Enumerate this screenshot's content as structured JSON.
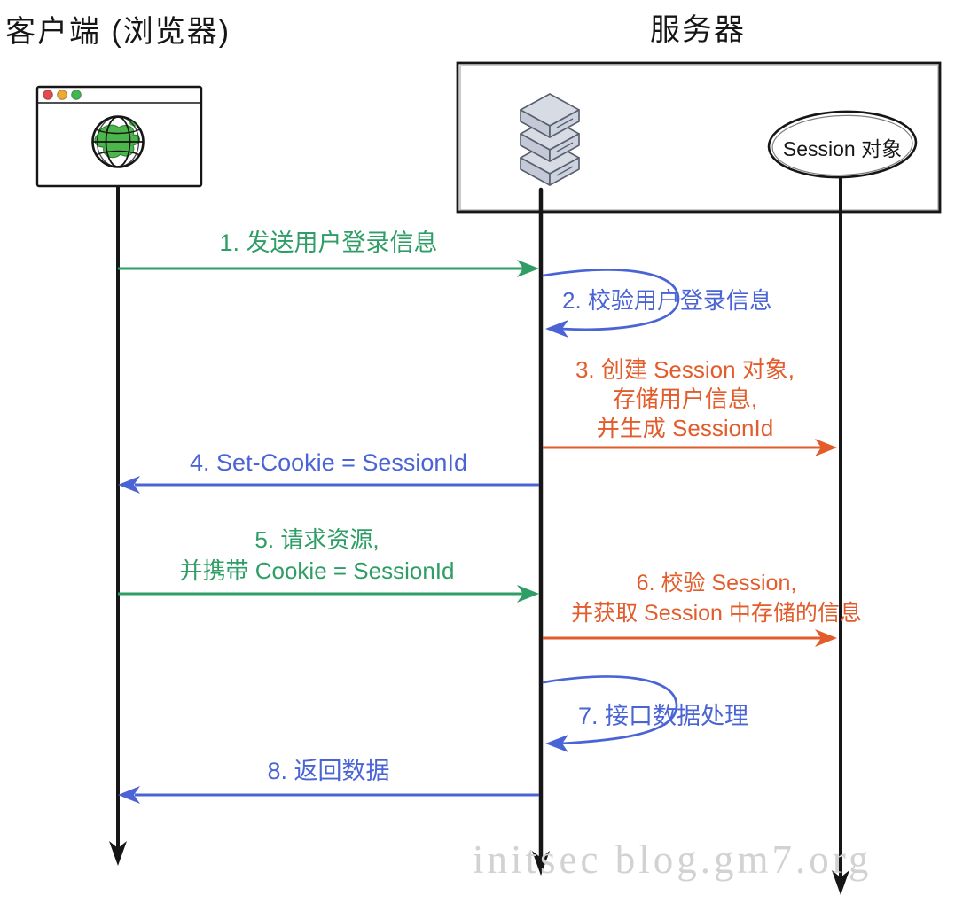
{
  "titles": {
    "client": "客户端 (浏览器)",
    "server": "服务器"
  },
  "session": {
    "label": "Session 对象"
  },
  "icons": {
    "browser": "globe-icon",
    "browser_controls": [
      "red-dot",
      "yellow-dot",
      "green-dot"
    ],
    "server": "server-stack-icon"
  },
  "messages": [
    {
      "id": 1,
      "label": "1. 发送用户登录信息",
      "color": "green",
      "type": "arrow-right",
      "from": "client",
      "to": "server"
    },
    {
      "id": 2,
      "label": "2. 校验用户登录信息",
      "color": "blue",
      "type": "self-loop",
      "on": "server"
    },
    {
      "id": 3,
      "lines": [
        "3. 创建 Session 对象,",
        "存储用户信息,",
        "并生成 SessionId"
      ],
      "color": "orange",
      "type": "arrow-right",
      "from": "server",
      "to": "session"
    },
    {
      "id": 4,
      "label": "4. Set-Cookie = SessionId",
      "color": "blue",
      "type": "arrow-left",
      "from": "server",
      "to": "client"
    },
    {
      "id": 5,
      "lines": [
        "5. 请求资源,",
        "并携带 Cookie = SessionId"
      ],
      "color": "green",
      "type": "arrow-right",
      "from": "client",
      "to": "server"
    },
    {
      "id": 6,
      "lines": [
        "6. 校验 Session,",
        "并获取 Session 中存储的信息"
      ],
      "color": "orange",
      "type": "arrow-right",
      "from": "server",
      "to": "session"
    },
    {
      "id": 7,
      "label": "7. 接口数据处理",
      "color": "blue",
      "type": "self-loop",
      "on": "server"
    },
    {
      "id": 8,
      "label": "8. 返回数据",
      "color": "blue",
      "type": "arrow-left",
      "from": "server",
      "to": "client"
    }
  ],
  "watermark": "initsec blog.gm7.org",
  "colors": {
    "green": "#2e9d66",
    "blue": "#4a64d6",
    "orange": "#e25c2c",
    "ink": "#161616",
    "watermark": "#d2d2d2",
    "dot-red": "#e5484d",
    "dot-yellow": "#f0a92e",
    "dot-green": "#3fba50",
    "globe-blue": "#42aee0",
    "globe-green": "#4cb64c",
    "srv-top": "#d6dbe4",
    "srv-left": "#c3c9d6",
    "srv-right": "#cdd3de",
    "srv-stroke": "#5a6170"
  }
}
